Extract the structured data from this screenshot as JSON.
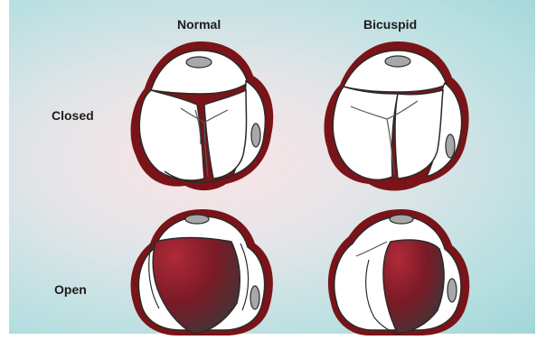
{
  "columns": {
    "normal": "Normal",
    "bicuspid": "Bicuspid"
  },
  "rows": {
    "closed": "Closed",
    "open": "Open"
  },
  "colors": {
    "rim": "#7a1418",
    "leaflet_fill": "#ffffff",
    "outline": "#2a2a2a",
    "ostium": "#a8a8a8",
    "open_orifice_light": "#a82a34",
    "open_orifice_dark": "#3c3c3c"
  }
}
